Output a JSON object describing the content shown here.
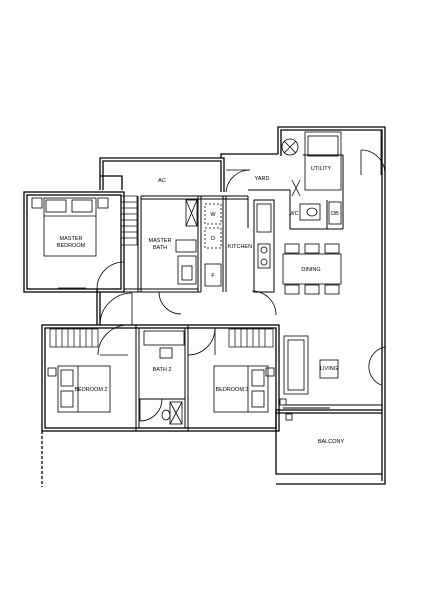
{
  "rooms": {
    "ac": "AC",
    "yard": "YARD",
    "utility": "UTILITY",
    "wc": "WC",
    "db": "DB",
    "master_bedroom_line1": "MASTER",
    "master_bedroom_line2": "BEDROOM",
    "master_bath_line1": "MASTER",
    "master_bath_line2": "BATH",
    "kitchen": "KITCHEN",
    "washer": "W",
    "dryer": "D",
    "fridge": "F",
    "dining": "DINING",
    "living": "LIVING",
    "bedroom2": "BEDROOM 2",
    "bath2": "BATH 2",
    "bedroom3": "BEDROOM 3",
    "balcony": "BALCONY"
  }
}
